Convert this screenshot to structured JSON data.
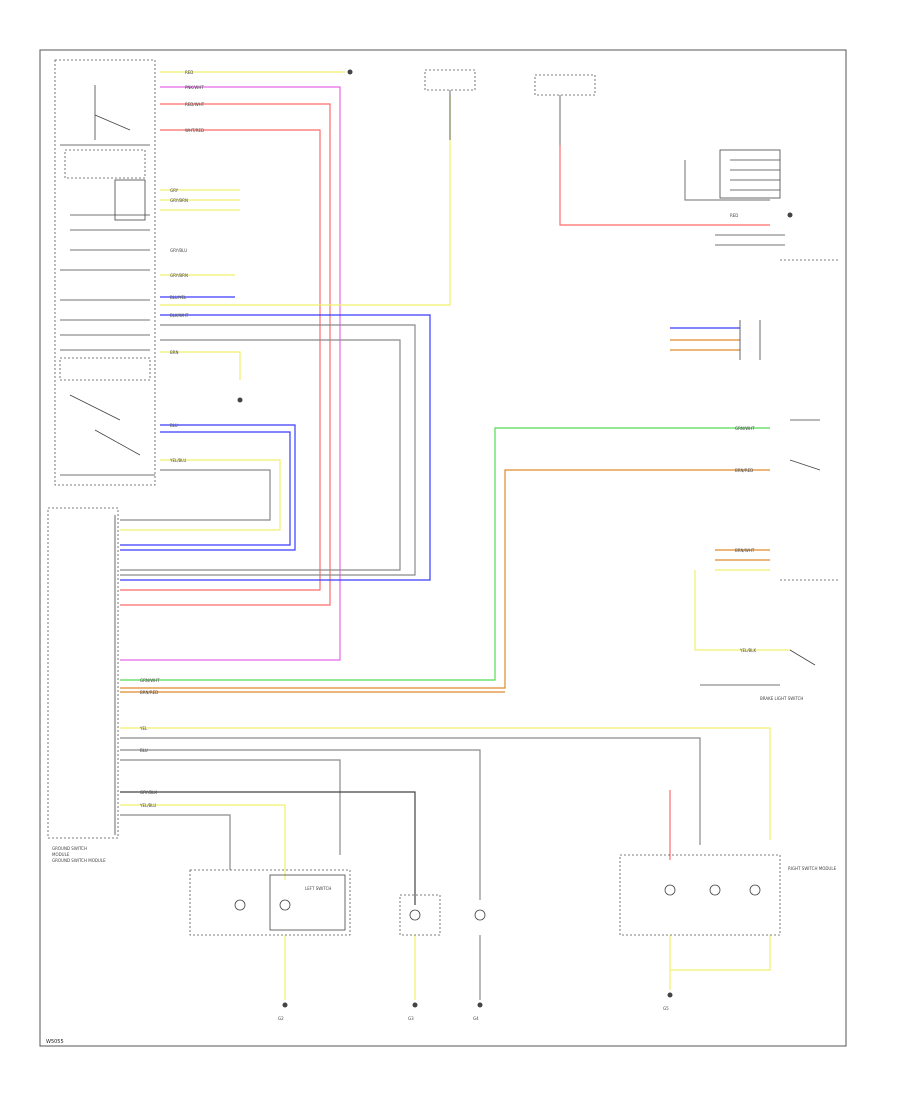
{
  "colors": {
    "pink": "#e868e8",
    "red": "#ff6b6b",
    "yellow": "#f0f06a",
    "blue": "#3b3bff",
    "green": "#55dd55",
    "orange": "#e08a2a",
    "gray": "#8a8a8a",
    "dark": "#444444"
  },
  "labels": {
    "footer_id": "W5055",
    "main_module": "GROUND SWITCH MODULE",
    "left_module": "LEFT SWITCH",
    "right_module": "RIGHT SWITCH MODULE",
    "brake_switch": "BRAKE LIGHT SWITCH",
    "ground_left": "G2",
    "ground_mid1": "G3",
    "ground_mid2": "G4",
    "ground_right": "G5"
  }
}
